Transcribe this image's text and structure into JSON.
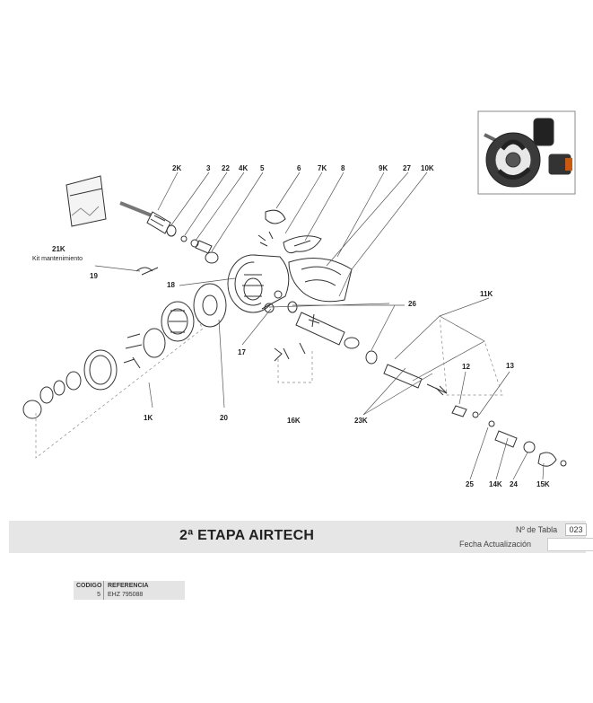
{
  "header": {
    "title": "2ª ETAPA AIRTECH",
    "table_number_label": "Nº de Tabla",
    "table_number": "023",
    "update_label": "Fecha Actualización",
    "update_value": ""
  },
  "reference_table": {
    "col_code": "CODIGO",
    "col_reference": "REFERENCIA",
    "code": "5",
    "reference": "EHZ 795088"
  },
  "diagram": {
    "kit_caption": "Kit mantenimiento",
    "part_labels": {
      "p2K": "2K",
      "p3": "3",
      "p22": "22",
      "p4K": "4K",
      "p5": "5",
      "p6": "6",
      "p7K": "7K",
      "p8": "8",
      "p9K": "9K",
      "p27": "27",
      "p10K": "10K",
      "p21K": "21K",
      "p19": "19",
      "p18": "18",
      "p26": "26",
      "p11K": "11K",
      "p17": "17",
      "p12": "12",
      "p13": "13",
      "p1K": "1K",
      "p20": "20",
      "p16K": "16K",
      "p23K": "23K",
      "p25": "25",
      "p14K": "14K",
      "p24": "24",
      "p15K": "15K"
    }
  }
}
